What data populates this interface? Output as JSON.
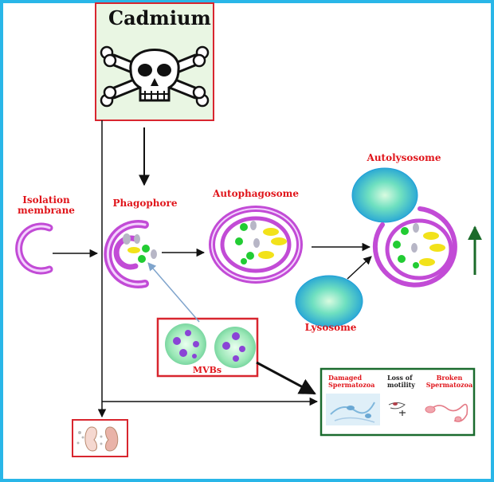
{
  "title": "Cadmium",
  "stages": {
    "isolation_membrane": "Isolation membrane",
    "isolation_membrane_line1": "Isolation",
    "isolation_membrane_line2": "membrane",
    "phagophore": "Phagophore",
    "autophagosome": "Autophagosome",
    "autolysosome": "Autolysosome",
    "lysosome": "Lysosome",
    "mvbs": "MVBs"
  },
  "effects": {
    "damaged_line1": "Damaged",
    "damaged_line2": "Spermatozoa",
    "motility_line1": "Loss of",
    "motility_line2": "motility",
    "broken_line1": "Broken",
    "broken_line2": "Spermatozoa"
  },
  "colors": {
    "outer_frame": "#29b6e8",
    "box_border_red": "#d8262f",
    "box_border_green": "#1a6b2e",
    "membrane": "#c24bd6",
    "label_red": "#e0151b",
    "vesicle_green": "#22cc33",
    "vesicle_yellow": "#f2e21a",
    "vesicle_grey": "#b7b6c6",
    "mvb_fill": "#8ee3b0",
    "mvb_dot": "#8a44d6",
    "up_arrow": "#1b6b2a",
    "cadmium_box_fill": "#e9f6e3"
  },
  "icons": {
    "toxin": "skull-crossbones-icon",
    "kidney_testis": "organ-icon",
    "increase": "up-arrow-icon"
  }
}
